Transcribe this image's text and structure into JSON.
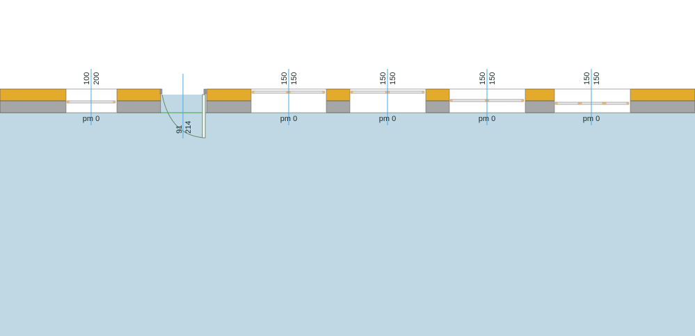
{
  "colors": {
    "wall_top": "#e3aa2c",
    "wall_bottom": "#a6a6a6",
    "floor": "#c0d8e4",
    "axis": "#4aa8e8",
    "ground": "#3aaa3a"
  },
  "openings": [
    {
      "labels": [
        "100",
        "200"
      ],
      "level": "pm 0",
      "panes": 1
    },
    {
      "labels": [
        "150",
        "150"
      ],
      "level": "pm 0",
      "panes": 2
    },
    {
      "labels": [
        "150",
        "150"
      ],
      "level": "pm 0",
      "panes": 2
    },
    {
      "labels": [
        "150",
        "150"
      ],
      "level": "pm 0",
      "panes": 2
    },
    {
      "labels": [
        "150",
        "150"
      ],
      "level": "pm 0",
      "panes": 3
    }
  ],
  "door": {
    "labels": [
      "91",
      "214"
    ]
  }
}
